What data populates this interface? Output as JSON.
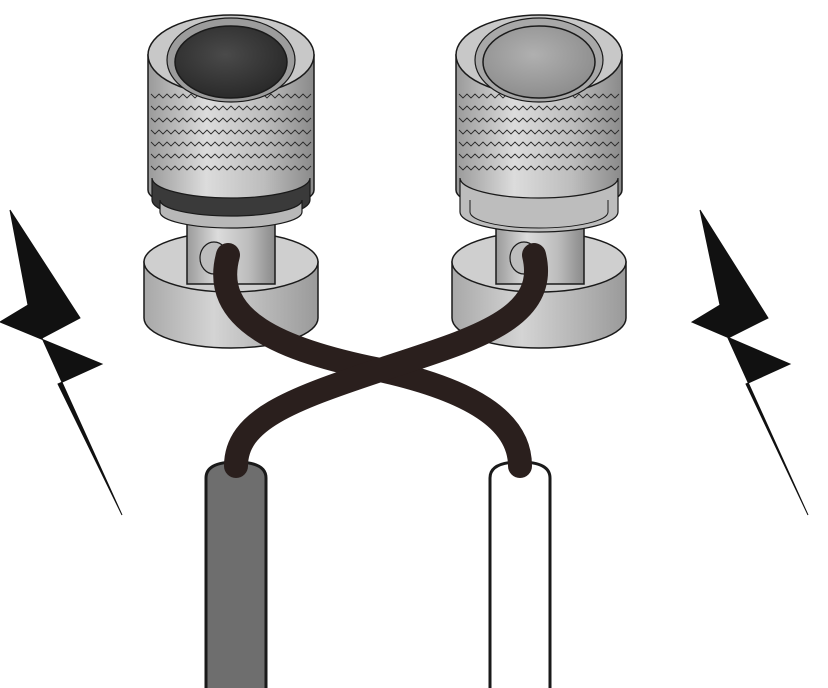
{
  "illustration": {
    "subject": "two-binding-posts-with-crossed-wires",
    "colors": {
      "background": "#ffffff",
      "outline": "#1a1a1a",
      "metal_light": "#d6d6d6",
      "metal_mid": "#b3b3b3",
      "metal_dark": "#8c8c8c",
      "cap_dark": "#3a3a3a",
      "cap_light": "#9a9a9a",
      "wire": "#2a1f1d",
      "lead_dark": "#6e6e6e",
      "lead_light": "#ffffff",
      "lightning": "#111111"
    },
    "posts": [
      {
        "name": "left-binding-post",
        "cap": "dark",
        "has_ring": true
      },
      {
        "name": "right-binding-post",
        "cap": "light",
        "has_ring": false
      }
    ],
    "leads": [
      {
        "name": "left-lead",
        "fill": "dark"
      },
      {
        "name": "right-lead",
        "fill": "light"
      }
    ],
    "bolts": [
      {
        "name": "left-lightning"
      },
      {
        "name": "right-lightning"
      }
    ]
  }
}
